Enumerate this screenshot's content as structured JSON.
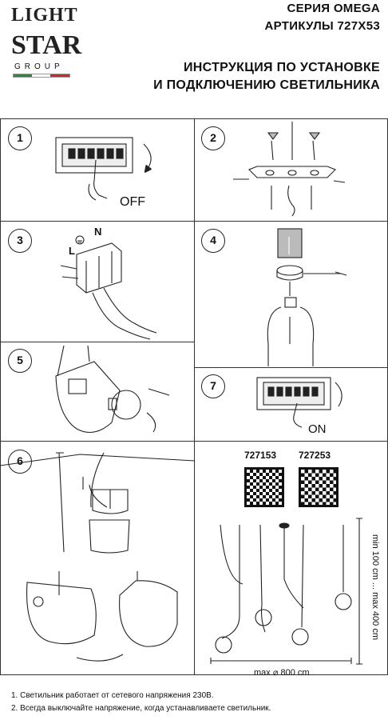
{
  "logo": {
    "line1": "LIGHT",
    "line2": "STAR",
    "line3": "GROUP"
  },
  "header": {
    "series": "СЕРИЯ OMEGA",
    "articles": "АРТИКУЛЫ 727X53",
    "title_line1": "ИНСТРУКЦИЯ ПО УСТАНОВКЕ",
    "title_line2": "И ПОДКЛЮЧЕНИЮ СВЕТИЛЬНИКА"
  },
  "steps": {
    "s1": "1",
    "s2": "2",
    "s3": "3",
    "s4": "4",
    "s5": "5",
    "s6": "6",
    "s7": "7"
  },
  "labels": {
    "off": "OFF",
    "on": "ON",
    "n": "N",
    "l": "L",
    "code1": "727153",
    "code2": "727253",
    "height": "min 100 cm ... max 400 cm",
    "diameter": "max ⌀ 800 cm"
  },
  "notes": {
    "n1": "1. Светильник работает от сетевого напряжения 230В.",
    "n2": "2. Всегда выключайте напряжение, когда устанавливаете светильник."
  }
}
